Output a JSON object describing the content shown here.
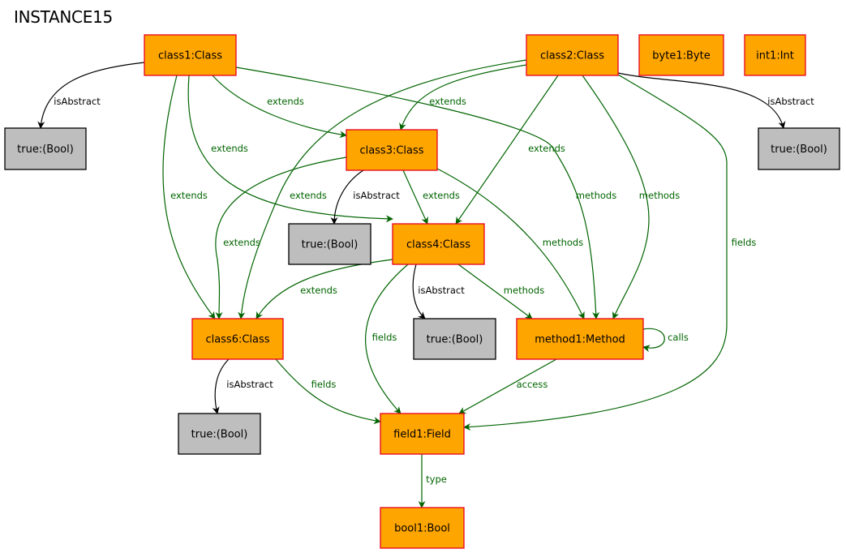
{
  "title": "INSTANCE15",
  "colors": {
    "object_fill": "#ffa500",
    "object_border": "#e8001f",
    "value_fill": "#bebebe",
    "value_border": "#000000",
    "edge_structural": "#006400",
    "edge_attribute": "#000000"
  },
  "nodes": [
    {
      "id": "class1",
      "label": "class1:Class",
      "kind": "object"
    },
    {
      "id": "class2",
      "label": "class2:Class",
      "kind": "object"
    },
    {
      "id": "byte1",
      "label": "byte1:Byte",
      "kind": "object"
    },
    {
      "id": "int1",
      "label": "int1:Int",
      "kind": "object"
    },
    {
      "id": "true_c1",
      "label": "true:(Bool)",
      "kind": "value"
    },
    {
      "id": "class3",
      "label": "class3:Class",
      "kind": "object"
    },
    {
      "id": "true_c2",
      "label": "true:(Bool)",
      "kind": "value"
    },
    {
      "id": "true_c3",
      "label": "true:(Bool)",
      "kind": "value"
    },
    {
      "id": "class4",
      "label": "class4:Class",
      "kind": "object"
    },
    {
      "id": "class6",
      "label": "class6:Class",
      "kind": "object"
    },
    {
      "id": "true_c4",
      "label": "true:(Bool)",
      "kind": "value"
    },
    {
      "id": "method1",
      "label": "method1:Method",
      "kind": "object"
    },
    {
      "id": "true_c6",
      "label": "true:(Bool)",
      "kind": "value"
    },
    {
      "id": "field1",
      "label": "field1:Field",
      "kind": "object"
    },
    {
      "id": "bool1",
      "label": "bool1:Bool",
      "kind": "object"
    }
  ],
  "edges": [
    {
      "from": "class1",
      "to": "true_c1",
      "label": "isAbstract",
      "kind": "attribute"
    },
    {
      "from": "class1",
      "to": "class3",
      "label": "extends",
      "kind": "structural"
    },
    {
      "from": "class1",
      "to": "class4",
      "label": "extends",
      "kind": "structural"
    },
    {
      "from": "class1",
      "to": "class6",
      "label": "extends",
      "kind": "structural"
    },
    {
      "from": "class1",
      "to": "method1",
      "label": "methods",
      "kind": "structural"
    },
    {
      "from": "class2",
      "to": "class3",
      "label": "extends",
      "kind": "structural"
    },
    {
      "from": "class2",
      "to": "class4",
      "label": "extends",
      "kind": "structural"
    },
    {
      "from": "class2",
      "to": "class6",
      "label": "extends",
      "kind": "structural"
    },
    {
      "from": "class2",
      "to": "method1",
      "label": "methods",
      "kind": "structural"
    },
    {
      "from": "class2",
      "to": "field1",
      "label": "fields",
      "kind": "structural"
    },
    {
      "from": "class2",
      "to": "true_c2",
      "label": "isAbstract",
      "kind": "attribute"
    },
    {
      "from": "class3",
      "to": "true_c3",
      "label": "isAbstract",
      "kind": "attribute"
    },
    {
      "from": "class3",
      "to": "class4",
      "label": "extends",
      "kind": "structural"
    },
    {
      "from": "class3",
      "to": "class6",
      "label": "extends",
      "kind": "structural"
    },
    {
      "from": "class3",
      "to": "method1",
      "label": "methods",
      "kind": "structural"
    },
    {
      "from": "class4",
      "to": "true_c4",
      "label": "isAbstract",
      "kind": "attribute"
    },
    {
      "from": "class4",
      "to": "class6",
      "label": "extends",
      "kind": "structural"
    },
    {
      "from": "class4",
      "to": "method1",
      "label": "methods",
      "kind": "structural"
    },
    {
      "from": "class4",
      "to": "field1",
      "label": "fields",
      "kind": "structural"
    },
    {
      "from": "method1",
      "to": "method1",
      "label": "calls",
      "kind": "structural"
    },
    {
      "from": "method1",
      "to": "field1",
      "label": "access",
      "kind": "structural"
    },
    {
      "from": "class6",
      "to": "true_c6",
      "label": "isAbstract",
      "kind": "attribute"
    },
    {
      "from": "class6",
      "to": "field1",
      "label": "fields",
      "kind": "structural"
    },
    {
      "from": "field1",
      "to": "bool1",
      "label": "type",
      "kind": "structural"
    }
  ]
}
